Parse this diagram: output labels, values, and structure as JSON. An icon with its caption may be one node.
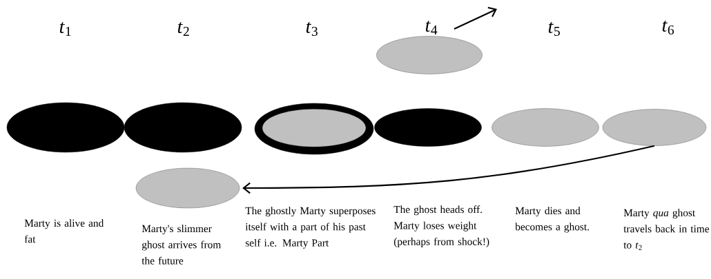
{
  "diagram": {
    "nodes": [
      {
        "text": [],
        "shape": "ellipse"
      },
      {
        "text": [],
        "shape": "ellipse"
      },
      {
        "text": [],
        "shape": "ellipse"
      },
      {
        "text": [],
        "shape": "ellipse"
      },
      {
        "text": [],
        "shape": "ellipse",
        "in": 3
      },
      {
        "text": [],
        "shape": "ellipse"
      },
      {
        "text": [],
        "shape": "ellipse"
      },
      {
        "text": [],
        "shape": "ellipse"
      },
      {
        "text": [],
        "shape": "ellipse"
      }
    ],
    "edges": [
      {
        "from": 7,
        "to": 8,
        "arrow": "to"
      }
    ],
    "labels": [
      "*t*$_{1}$",
      "*t*$_{2}$",
      "*t*$_{3}$",
      "*t*$_{4}$",
      "*t*$_{5}$",
      "*t*$_{6}$",
      "Marty is alive and fat",
      "Marty's slimmer ghost arrives from the future",
      "The ghostly Marty superposes itself with a part of his past self i.e. Marty Part",
      "The ghost heads off. Marty loses weight (perhaps from shock!)",
      "Marty dies and becomes a ghost.",
      "Marty *qua* ghost travels back in time to *t*$_{2}$"
    ]
  }
}
